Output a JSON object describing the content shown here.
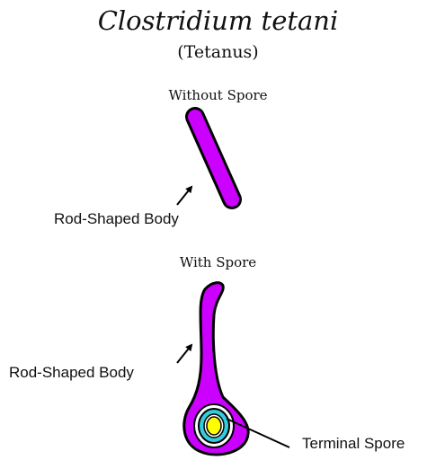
{
  "title": "Clostridium tetani",
  "subtitle": "(Tetanus)",
  "sections": {
    "without_spore": {
      "heading": "Without Spore",
      "body_label": "Rod-Shaped Body"
    },
    "with_spore": {
      "heading": "With Spore",
      "body_label": "Rod-Shaped Body",
      "spore_label": "Terminal Spore"
    }
  },
  "colors": {
    "cell_body": "#cc00ff",
    "outline": "#000000",
    "spore_outer": "#33ccdd",
    "spore_inner": "#ffff00"
  }
}
